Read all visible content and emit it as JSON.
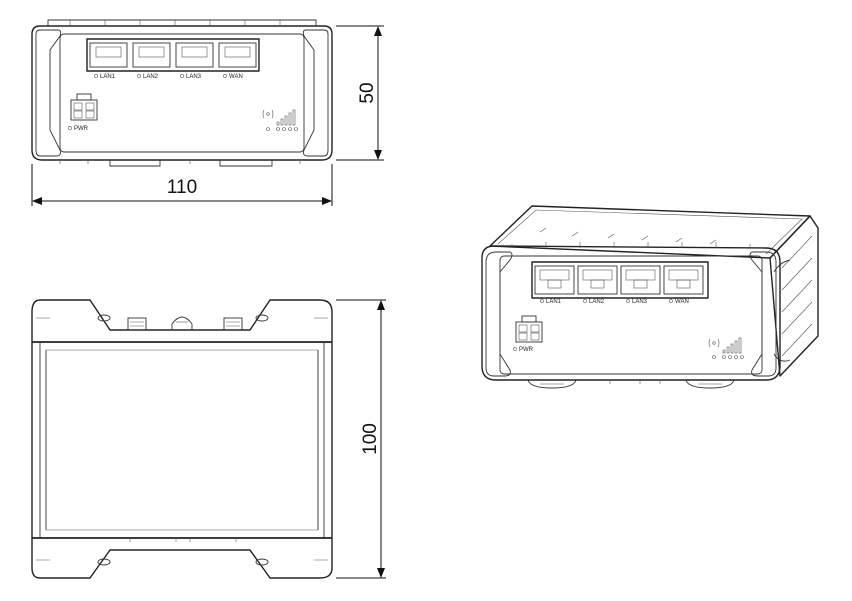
{
  "dimensions": {
    "width": "110",
    "height": "50",
    "depth": "100"
  },
  "ports": {
    "lan1": "LAN1",
    "lan2": "LAN2",
    "lan3": "LAN3",
    "wan": "WAN",
    "power": "PWR"
  },
  "colors": {
    "line": "#222222",
    "background": "#ffffff"
  }
}
